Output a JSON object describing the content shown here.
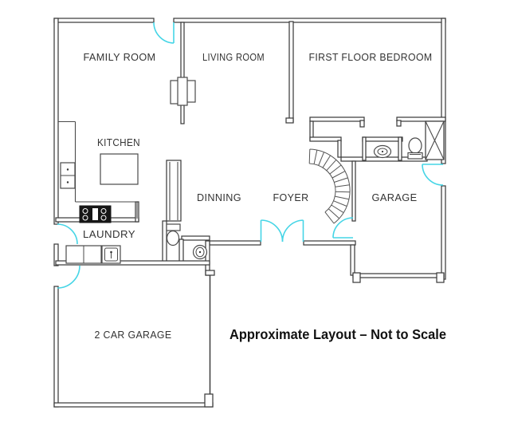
{
  "diagram": {
    "type": "floor-plan",
    "rooms": {
      "family": {
        "label": "FAMILY ROOM"
      },
      "living": {
        "label": "LIVING ROOM"
      },
      "bedroom": {
        "label": "FIRST FLOOR BEDROOM"
      },
      "kitchen": {
        "label": "KITCHEN"
      },
      "dining": {
        "label": "DINNING"
      },
      "foyer": {
        "label": "FOYER"
      },
      "garage": {
        "label": "GARAGE"
      },
      "laundry": {
        "label": "LAUNDRY"
      },
      "garage2": {
        "label": "2 CAR GARAGE"
      }
    },
    "caption": {
      "text": "Approximate Layout – Not to Scale"
    },
    "fixtures": [
      "fireplace",
      "refrigerator",
      "kitchen-island",
      "stove",
      "washer-dryer",
      "laundry-sink",
      "powder-toilet",
      "powder-sink",
      "bath-sink",
      "bath-toilet",
      "x-closet",
      "spiral-stairs"
    ],
    "door_count": 7
  },
  "colors": {
    "wall": "#3d3d3d",
    "door_arc": "#45d5e6",
    "label_text": "#333333",
    "caption_text": "#111111",
    "background": "#ffffff"
  }
}
